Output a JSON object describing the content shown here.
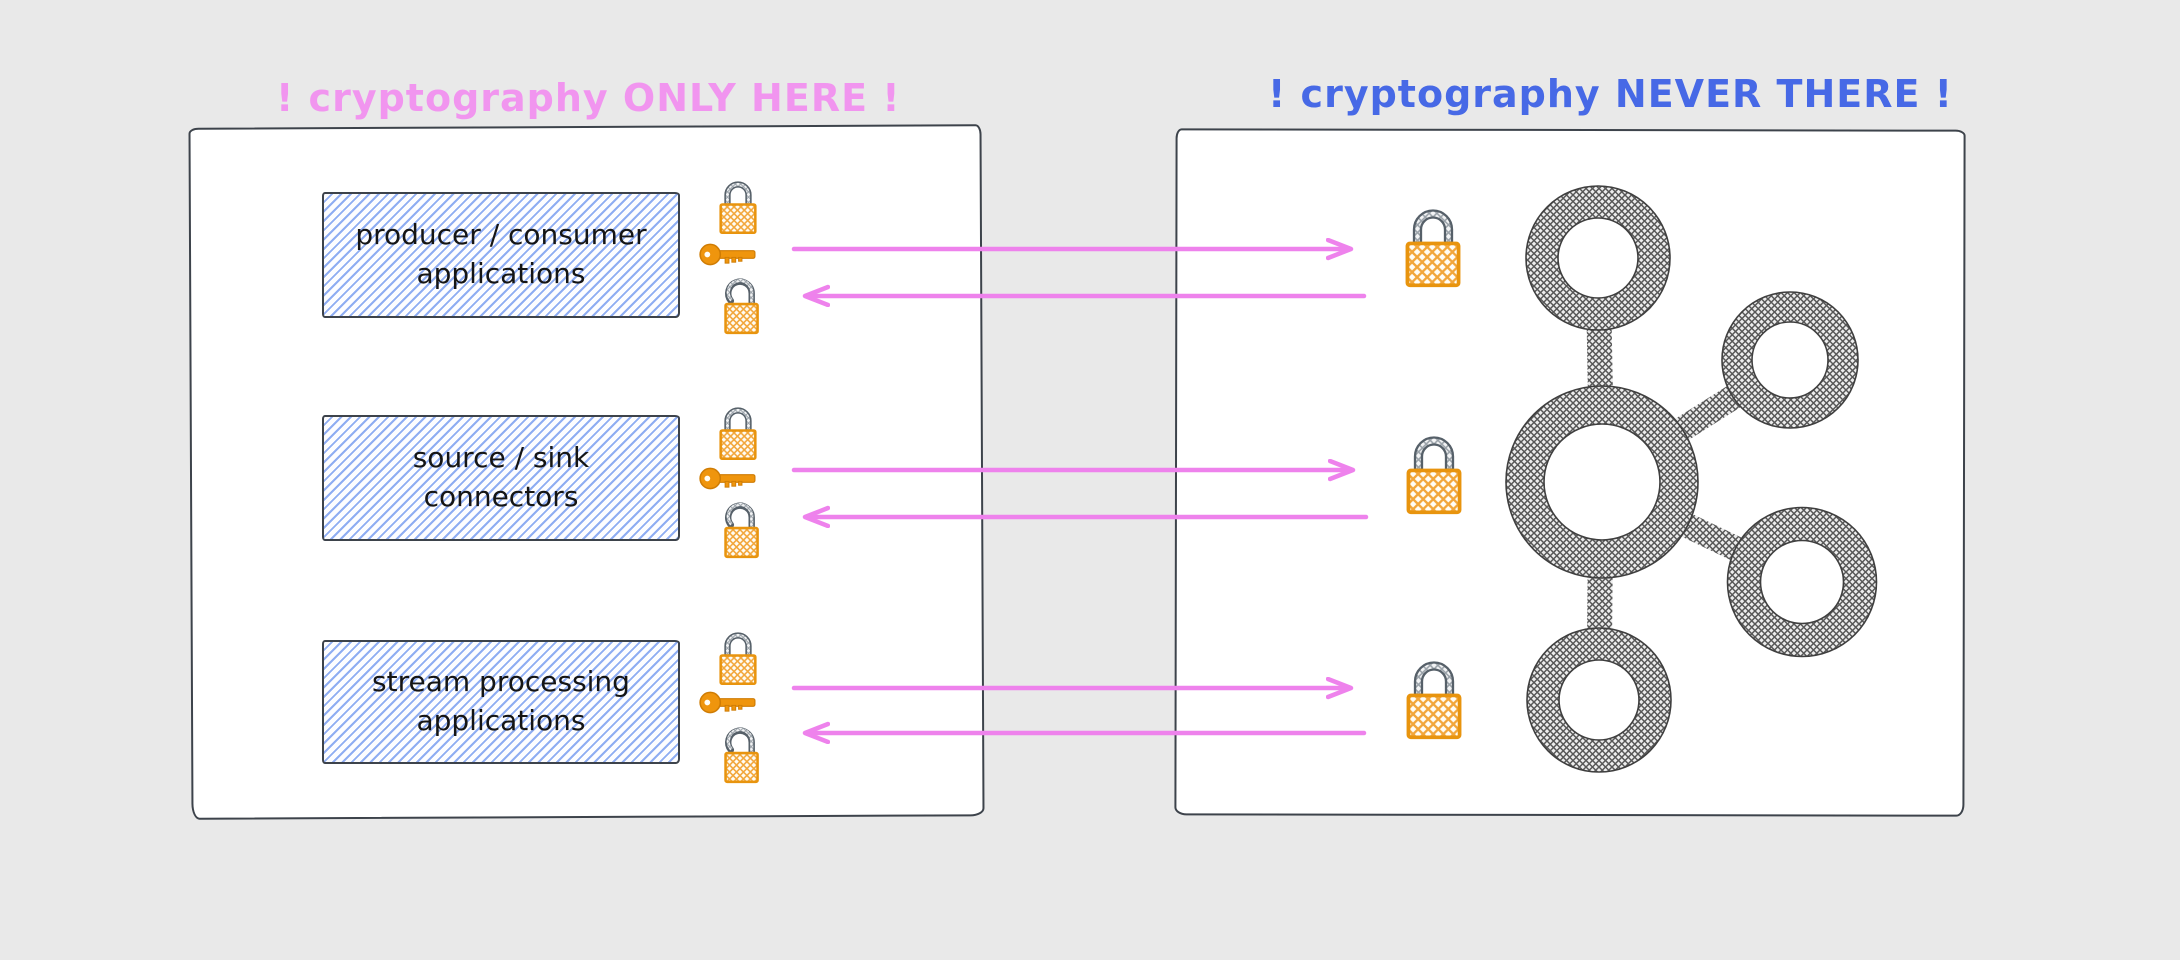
{
  "diagram": {
    "left": {
      "title": "! cryptography ONLY HERE !",
      "rows": [
        {
          "label": "producer / consumer\napplications"
        },
        {
          "label": "source / sink\nconnectors"
        },
        {
          "label": "stream processing\napplications"
        }
      ],
      "icons_per_row": [
        "closed-padlock-icon",
        "key-icon",
        "open-padlock-icon"
      ]
    },
    "right": {
      "title": "! cryptography NEVER THERE !",
      "icon_per_row": "closed-padlock-icon",
      "logo": "apache-kafka-logo"
    },
    "arrows": {
      "per_row": [
        "to-kafka",
        "from-kafka"
      ],
      "style": "hand-drawn"
    }
  },
  "colors": {
    "background": "#e9e9e9",
    "panel_bg": "#ffffff",
    "panel_border": "#3d434b",
    "title_left": "#f195ef",
    "title_right": "#4769e6",
    "arrow": "#ee82ec",
    "box_hatch": "#8fadf2",
    "box_text": "#151515",
    "lock_orange": "#e8940e",
    "lock_hatch": "#f2a63a",
    "shackle_gray": "#566069",
    "key_orange": "#ef950d",
    "kafka_line": "#575757"
  }
}
